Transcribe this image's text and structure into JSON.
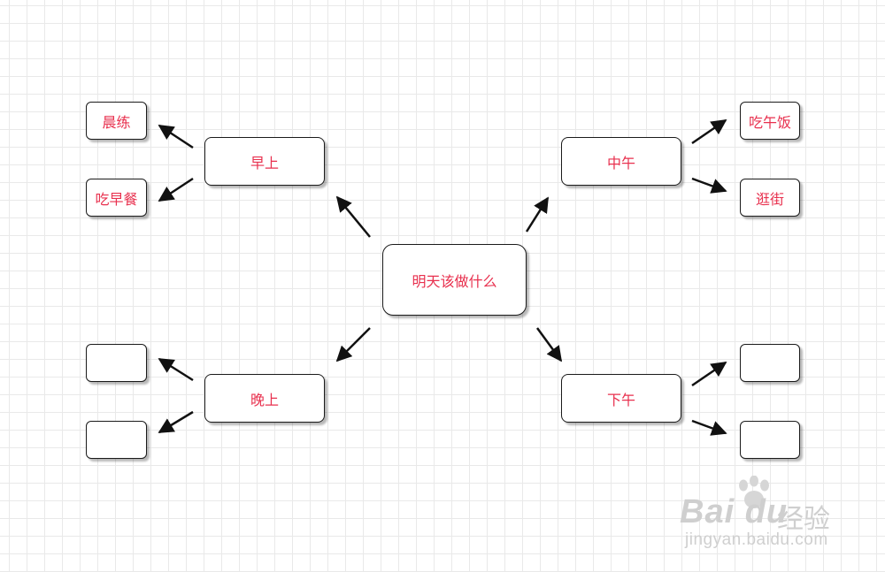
{
  "diagram": {
    "center": {
      "label": "明天该做什么"
    },
    "branches": {
      "morning": {
        "label": "早上",
        "children": [
          "晨练",
          "吃早餐"
        ]
      },
      "noon": {
        "label": "中午",
        "children": [
          "吃午饭",
          "逛街"
        ]
      },
      "evening": {
        "label": "晚上",
        "children": [
          "",
          ""
        ]
      },
      "afternoon": {
        "label": "下午",
        "children": [
          "",
          ""
        ]
      }
    },
    "text_color": "#e8304e",
    "border_color": "#1a1a1a"
  },
  "watermark": {
    "brand": "Bai du",
    "cn": "经验",
    "url": "jingyan.baidu.com"
  }
}
